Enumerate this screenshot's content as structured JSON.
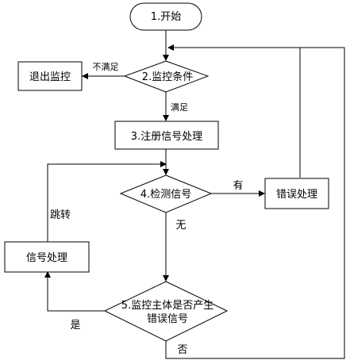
{
  "flowchart": {
    "nodes": {
      "start": "1.开始",
      "exit_monitor": "退出监控",
      "monitor_condition": "2.监控条件",
      "register_signal": "3.注册信号处理",
      "detect_signal": "4.检测信号",
      "error_handling": "错误处理",
      "signal_handling": "信号处理",
      "check_error_line1": "5.监控主体是否产生",
      "check_error_line2": "错误信号"
    },
    "edges": {
      "not_satisfied": "不满足",
      "satisfied": "满足",
      "has": "有",
      "none": "无",
      "jump": "跳转",
      "yes": "是",
      "no": "否"
    }
  }
}
